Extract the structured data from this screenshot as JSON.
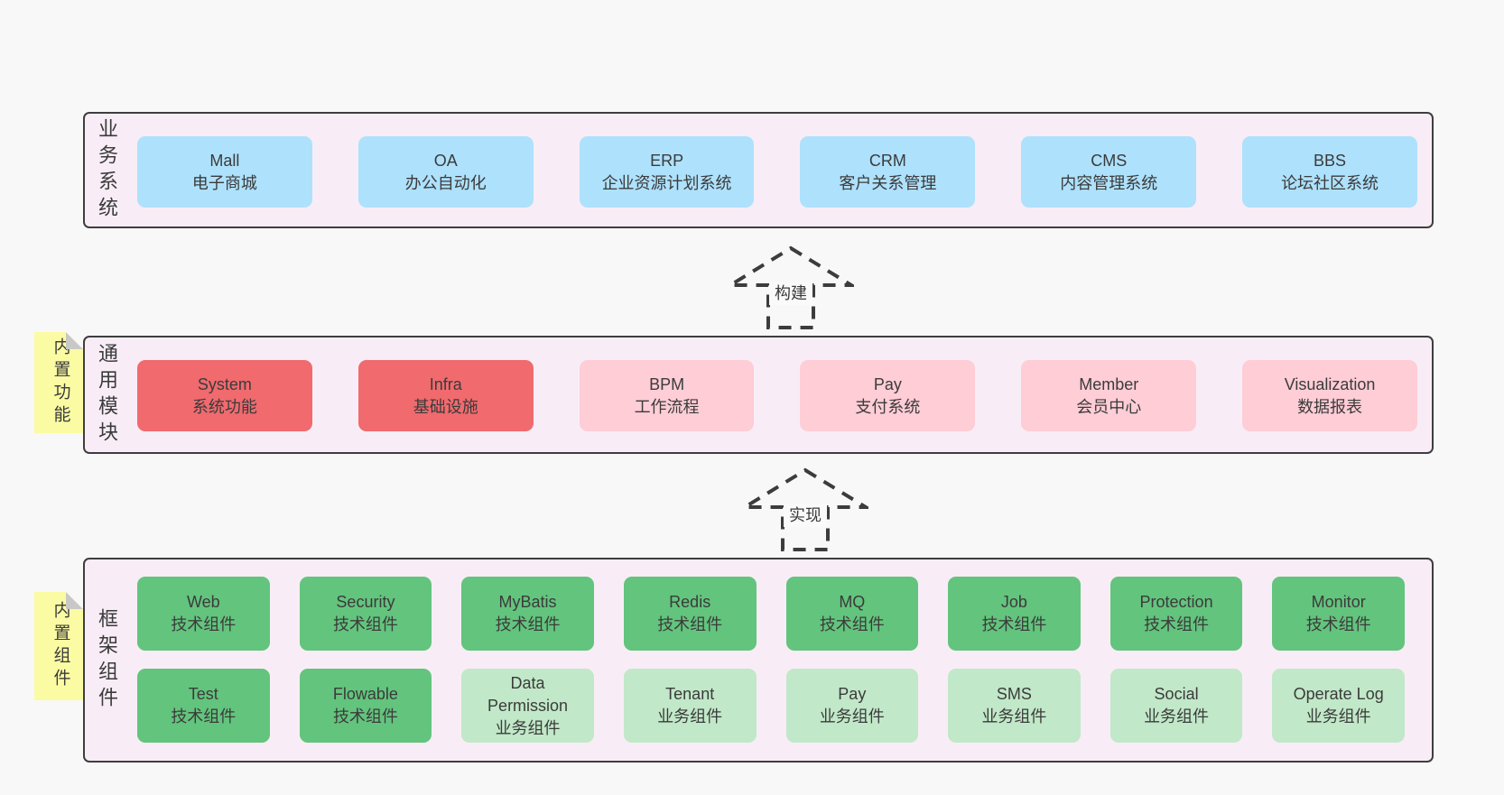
{
  "palette": {
    "page_bg": "#f8f8f8",
    "band_bg": "#f8edf6",
    "band_border": "#3e3e3e",
    "blue": "#aee1fc",
    "red": "#f06a6e",
    "pink": "#fecdd6",
    "green": "#63c47d",
    "light_green": "#c1e8c8",
    "sticky_yellow": "#fbfba3",
    "fold_gray": "#c8c8c8",
    "text": "#3b3b3b"
  },
  "layers": [
    {
      "label": "业务系统",
      "boxes": [
        {
          "name": "Mall",
          "desc": "电子商城",
          "variant": "blue"
        },
        {
          "name": "OA",
          "desc": "办公自动化",
          "variant": "blue"
        },
        {
          "name": "ERP",
          "desc": "企业资源计划系统",
          "variant": "blue"
        },
        {
          "name": "CRM",
          "desc": "客户关系管理",
          "variant": "blue"
        },
        {
          "name": "CMS",
          "desc": "内容管理系统",
          "variant": "blue"
        },
        {
          "name": "BBS",
          "desc": "论坛社区系统",
          "variant": "blue"
        }
      ]
    },
    {
      "label": "通用模块",
      "note": "内置功能",
      "boxes": [
        {
          "name": "System",
          "desc": "系统功能",
          "variant": "red"
        },
        {
          "name": "Infra",
          "desc": "基础设施",
          "variant": "red"
        },
        {
          "name": "BPM",
          "desc": "工作流程",
          "variant": "pink"
        },
        {
          "name": "Pay",
          "desc": "支付系统",
          "variant": "pink"
        },
        {
          "name": "Member",
          "desc": "会员中心",
          "variant": "pink"
        },
        {
          "name": "Visualization",
          "desc": "数据报表",
          "variant": "pink"
        }
      ]
    },
    {
      "label": "框架组件",
      "note": "内置组件",
      "rows": [
        [
          {
            "name": "Web",
            "desc": "技术组件",
            "variant": "green"
          },
          {
            "name": "Security",
            "desc": "技术组件",
            "variant": "green"
          },
          {
            "name": "MyBatis",
            "desc": "技术组件",
            "variant": "green"
          },
          {
            "name": "Redis",
            "desc": "技术组件",
            "variant": "green"
          },
          {
            "name": "MQ",
            "desc": "技术组件",
            "variant": "green"
          },
          {
            "name": "Job",
            "desc": "技术组件",
            "variant": "green"
          },
          {
            "name": "Protection",
            "desc": "技术组件",
            "variant": "green"
          },
          {
            "name": "Monitor",
            "desc": "技术组件",
            "variant": "green"
          }
        ],
        [
          {
            "name": "Test",
            "desc": "技术组件",
            "variant": "green"
          },
          {
            "name": "Flowable",
            "desc": "技术组件",
            "variant": "green"
          },
          {
            "name": "Data Permission",
            "desc": "业务组件",
            "variant": "lightgreen"
          },
          {
            "name": "Tenant",
            "desc": "业务组件",
            "variant": "lightgreen"
          },
          {
            "name": "Pay",
            "desc": "业务组件",
            "variant": "lightgreen"
          },
          {
            "name": "SMS",
            "desc": "业务组件",
            "variant": "lightgreen"
          },
          {
            "name": "Social",
            "desc": "业务组件",
            "variant": "lightgreen"
          },
          {
            "name": "Operate Log",
            "desc": "业务组件",
            "variant": "lightgreen"
          }
        ]
      ]
    }
  ],
  "arrows": [
    {
      "label": "构建"
    },
    {
      "label": "实现"
    }
  ]
}
